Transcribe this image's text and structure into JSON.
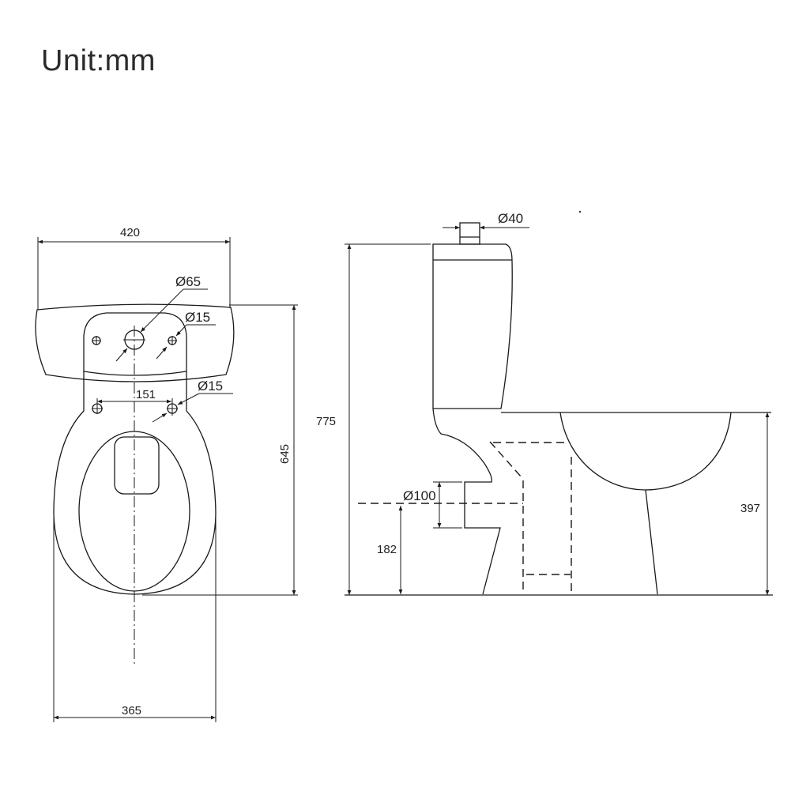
{
  "title": "Unit:mm",
  "top_view": {
    "width_tank": "420",
    "width_bowl": "365",
    "depth": "645",
    "hole_spacing": "151",
    "flush_hole_dia": "Ø65",
    "tank_bolt_dia": "Ø15",
    "seat_hole_dia": "Ø15"
  },
  "side_view": {
    "button_dia": "Ø40",
    "total_height": "775",
    "outlet_dia": "Ø100",
    "outlet_height": "182",
    "seat_height": "397"
  }
}
